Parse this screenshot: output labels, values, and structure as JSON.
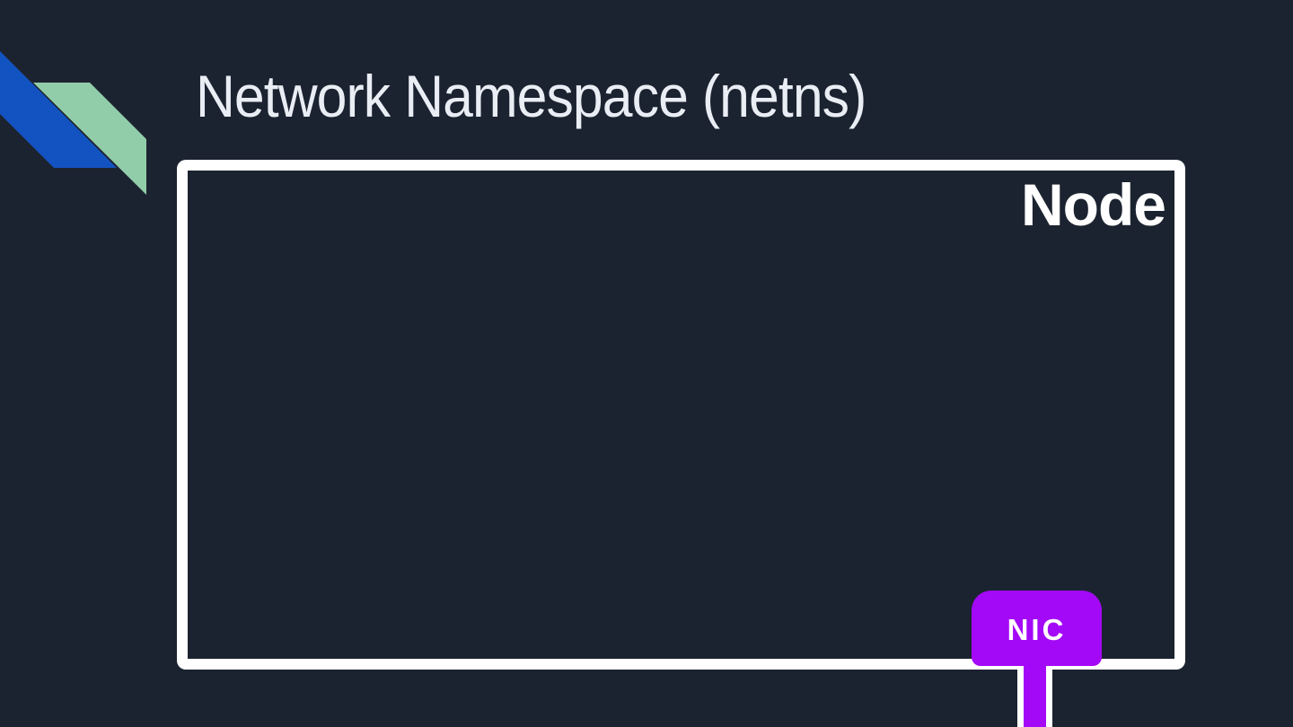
{
  "slide": {
    "title": "Network Namespace (netns)",
    "node_box": {
      "label": "Node"
    },
    "nic": {
      "label": "NIC"
    },
    "decoration": {
      "blue_stripe": "diagonal-parallelogram-top-left",
      "green_stripe": "diagonal-parallelogram-offset"
    },
    "colors": {
      "background": "#1c2330",
      "stripe_blue": "#1353c1",
      "stripe_green": "#92cda9",
      "nic_purple": "#a409f7",
      "box_border": "#ffffff",
      "title_text": "#e9edf4"
    }
  }
}
